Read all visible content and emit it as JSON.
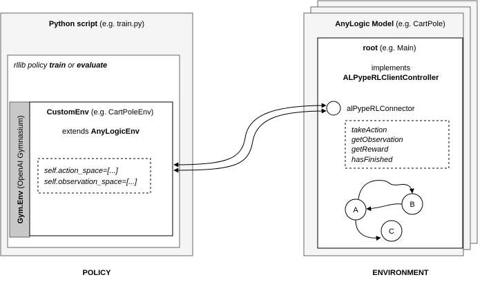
{
  "python": {
    "title_bold": "Python script",
    "title_rest": " (e.g. train.py)"
  },
  "rllib": {
    "prefix": "rllib policy ",
    "train": "train",
    "or": " or ",
    "evaluate": "evaluate"
  },
  "gym": {
    "label_bold": "Gym.Env",
    "label_rest": " (OpenAI Gymnasium)"
  },
  "custom_env": {
    "title_bold": "CustomEnv",
    "title_rest": " (e.g. CartPoleEnv)",
    "extends_prefix": "extends ",
    "extends_name": "AnyLogicEnv",
    "code_line1": "self.action_space=[...]",
    "code_line2": "self.observation_space=[...]"
  },
  "anylogic": {
    "title_bold": "AnyLogic Model",
    "title_rest": " (e.g. CartPole)"
  },
  "root": {
    "title_bold": "root",
    "title_rest": " (e.g. Main)",
    "implements": "implements",
    "controller": "ALPypeRLClientController",
    "connector": "alPypeRLConnector",
    "methods": [
      "takeAction",
      "getObservation",
      "getReward",
      "hasFinished"
    ]
  },
  "states": [
    "A",
    "B",
    "C"
  ],
  "labels": {
    "policy": "POLICY",
    "environment": "ENVIRONMENT"
  }
}
